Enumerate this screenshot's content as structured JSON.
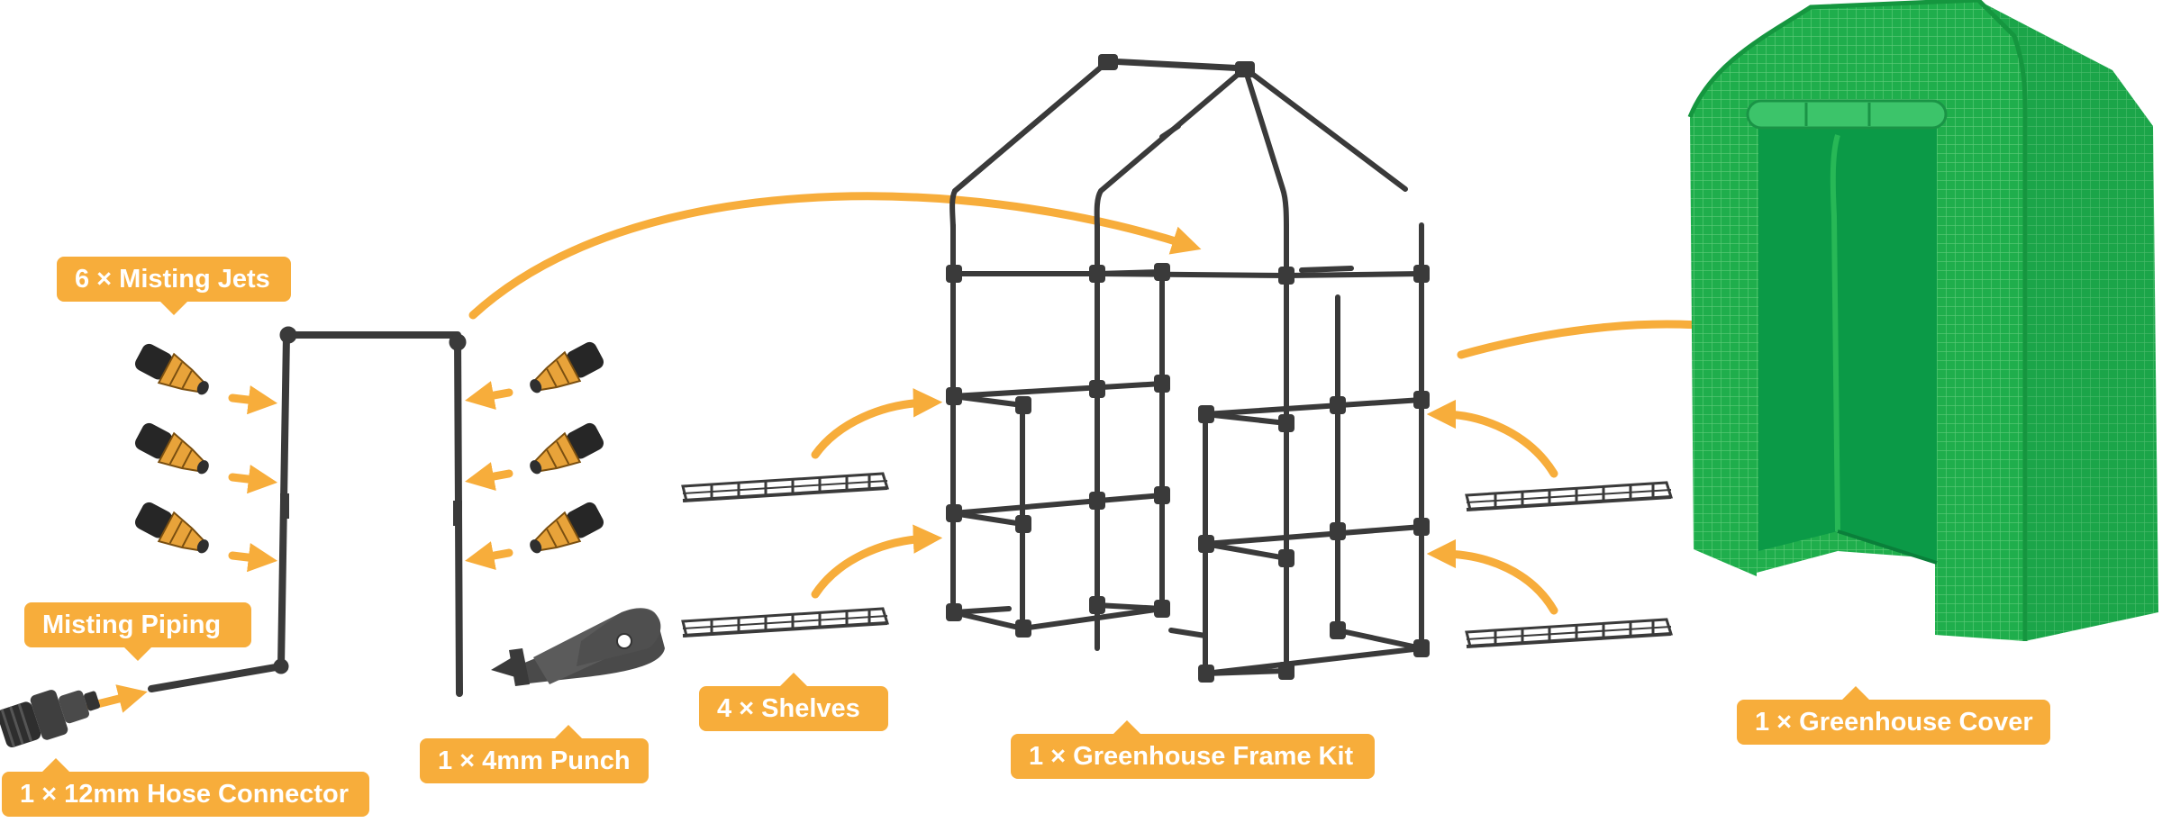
{
  "colors": {
    "accent": "#F7AD3B",
    "frame": "#3A3A3A",
    "cover_dark": "#0B9A47",
    "cover_light": "#22B14C",
    "brass": "#E8A33A"
  },
  "labels": {
    "misting_jets": "6 × Misting Jets",
    "misting_piping": "Misting Piping",
    "hose_connector": "1 × 12mm Hose Connector",
    "punch": "1 × 4mm Punch",
    "shelves": "4 × Shelves",
    "frame_kit": "1 × Greenhouse Frame Kit",
    "cover": "1 × Greenhouse Cover"
  }
}
